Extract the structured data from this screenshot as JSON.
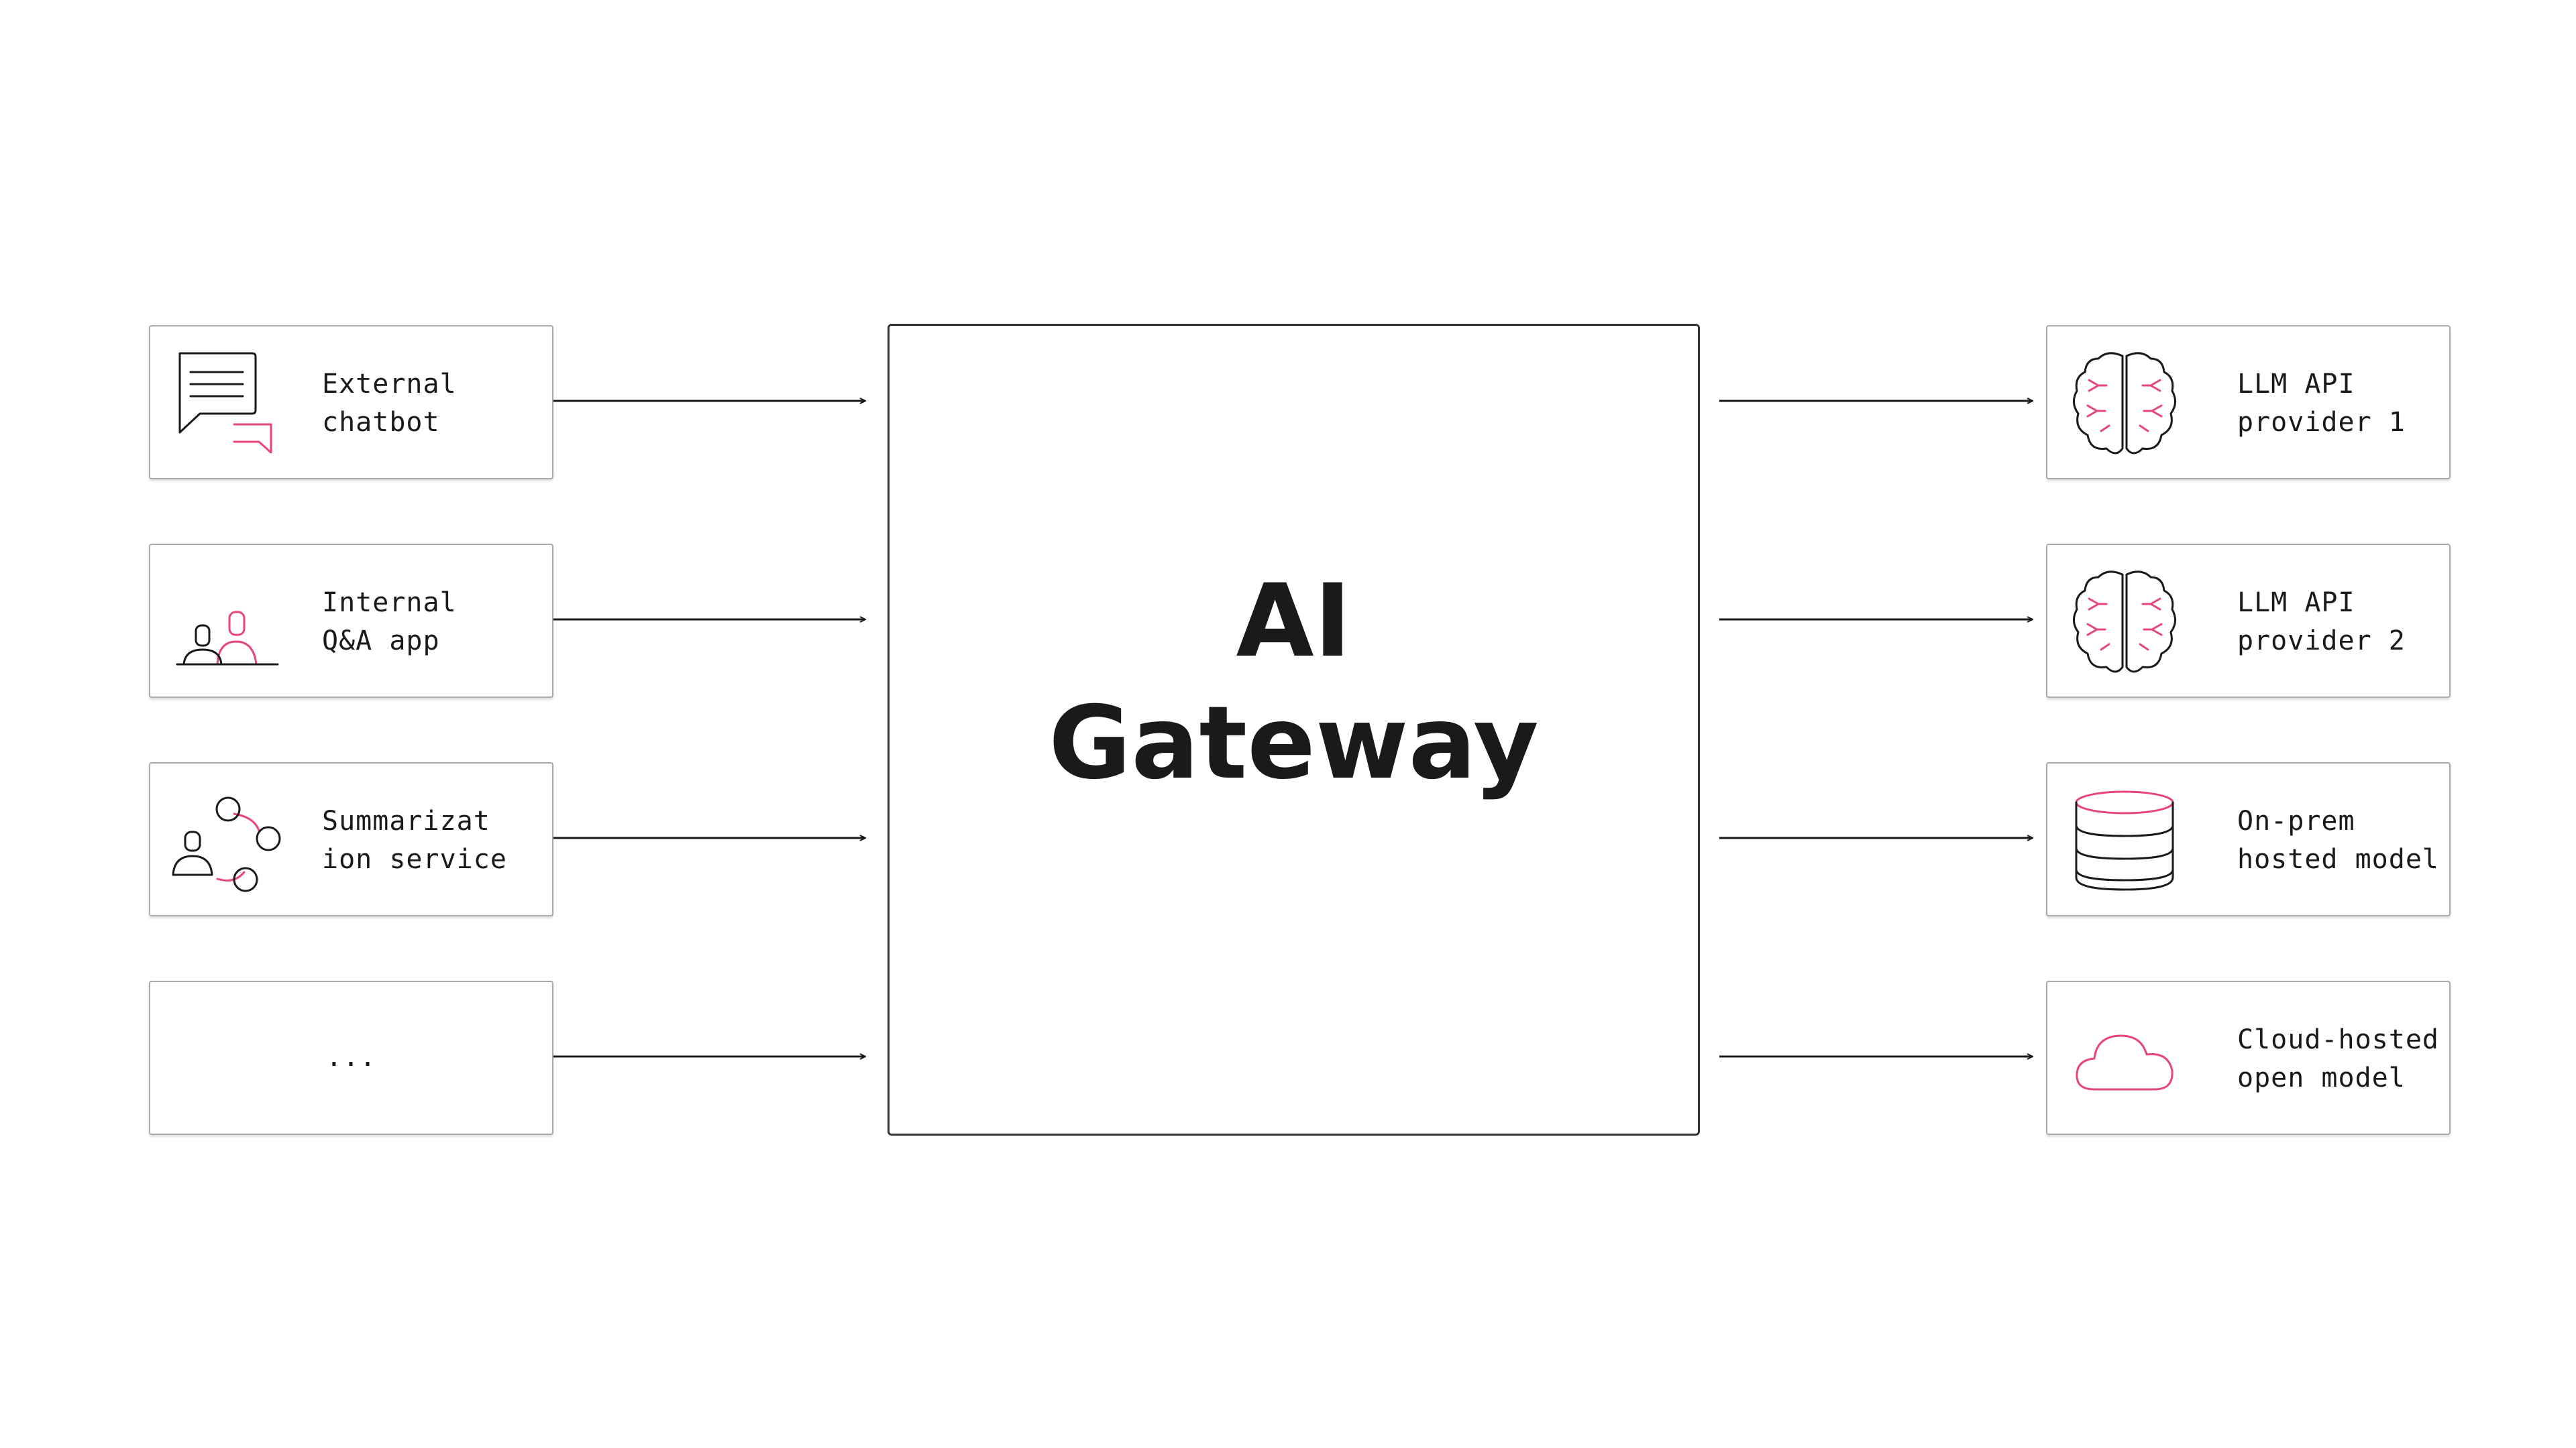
{
  "diagram": {
    "gateway": {
      "label": "AI\nGateway"
    },
    "consumers": [
      {
        "label": "External\nchatbot",
        "icon": "chat-bubbles-icon"
      },
      {
        "label": "Internal\nQ&A app",
        "icon": "people-icon"
      },
      {
        "label": "Summarizat\nion service",
        "icon": "user-network-icon"
      },
      {
        "label": "...",
        "icon": ""
      }
    ],
    "providers": [
      {
        "label": "LLM API\nprovider 1",
        "icon": "brain-icon"
      },
      {
        "label": "LLM API\nprovider 2",
        "icon": "brain-icon"
      },
      {
        "label": "On-prem\nhosted model",
        "icon": "database-icon"
      },
      {
        "label": "Cloud-hosted\nopen model",
        "icon": "cloud-icon"
      }
    ],
    "colors": {
      "accent": "#e8457a",
      "line": "#1a1a1a",
      "border": "#a9a9a9"
    }
  }
}
